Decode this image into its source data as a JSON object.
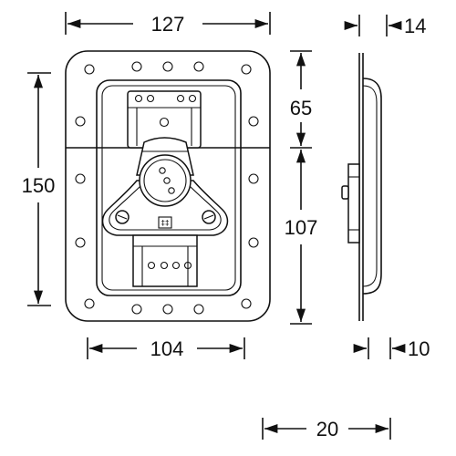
{
  "dimensions": {
    "plate_width": "127",
    "plate_height": "150",
    "upper_height": "65",
    "lower_height": "107",
    "inner_width": "104",
    "side_depth_top": "14",
    "side_depth_bottom": "10",
    "base_width": "20"
  },
  "latch": {
    "logo_text": "‡‡"
  }
}
